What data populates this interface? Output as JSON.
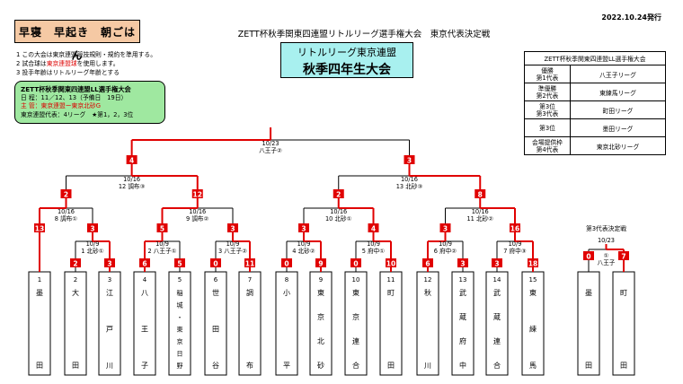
{
  "header": {
    "motto": "早寝　早起き　朝ごはん",
    "issued": "2022.10.24発行",
    "title": "ZETT杯秋季関東四連盟リトルリーグ選手権大会　東京代表決定戦",
    "subtitle_1": "リトルリーグ東京連盟",
    "subtitle_2": "秋季四年生大会"
  },
  "notes": {
    "n1": "1 この大会は東京連盟競技規則・規約を準用する。",
    "n2_pre": "2 試合球は",
    "n2_red": "東京連盟球",
    "n2_post": "を使用します。",
    "n3": "3 投手年齢はリトルリーグ年齢とする"
  },
  "info": {
    "title": "ZETT杯秋季関東四連盟LL選手権大会",
    "dates": "日 程：11／12、13（予備日　19日）",
    "host": "主 管：東京連盟ー東京北砂G",
    "reps": "東京連盟代表：4リーグ　★第1，2，3位"
  },
  "results": {
    "header": "ZETT杯秋季関東四連盟LL選手権大会",
    "rows": [
      {
        "k1": "優勝",
        "k2": "第1代表",
        "v": "八王子リーグ"
      },
      {
        "k1": "準優勝",
        "k2": "第2代表",
        "v": "東練馬リーグ"
      },
      {
        "k1": "第3位",
        "k2": "第3代表",
        "v": "町田リーグ"
      },
      {
        "k1": "第3位",
        "k2": "",
        "v": "墨田リーグ"
      },
      {
        "k1": "会場提供枠",
        "k2": "第4代表",
        "v": "東京北砂リーグ"
      }
    ]
  },
  "teams": [
    {
      "no": "1",
      "name": "墨田"
    },
    {
      "no": "2",
      "name": "大田"
    },
    {
      "no": "3",
      "name": "江戸川"
    },
    {
      "no": "4",
      "name": "八王子"
    },
    {
      "no": "5",
      "name": "稲城・東京日野"
    },
    {
      "no": "6",
      "name": "世田谷"
    },
    {
      "no": "7",
      "name": "調布"
    },
    {
      "no": "8",
      "name": "小平"
    },
    {
      "no": "9",
      "name": "東京北砂"
    },
    {
      "no": "10",
      "name": "東京連合"
    },
    {
      "no": "11",
      "name": "町田"
    },
    {
      "no": "12",
      "name": "秋川"
    },
    {
      "no": "13",
      "name": "武蔵府中"
    },
    {
      "no": "14",
      "name": "武蔵連合"
    },
    {
      "no": "15",
      "name": "東練馬"
    }
  ],
  "third_place": {
    "title": "第3代表決定戦",
    "date": "10/23",
    "match_no": "①",
    "venue": "八王子",
    "left": {
      "score": "0",
      "name": "墨田"
    },
    "right": {
      "score": "7",
      "name": "町田"
    }
  },
  "games": [
    {
      "id": "g1",
      "date": "10/9",
      "no": "1",
      "venue": "北砂①",
      "s1": "2",
      "s2": "3"
    },
    {
      "id": "g2",
      "date": "10/9",
      "no": "2",
      "venue": "八王子①",
      "s1": "6",
      "s2": "5"
    },
    {
      "id": "g3",
      "date": "10/9",
      "no": "3",
      "venue": "八王子②",
      "s1": "0",
      "s2": "11"
    },
    {
      "id": "g4",
      "date": "10/9",
      "no": "4",
      "venue": "北砂②",
      "s1": "0",
      "s2": "9"
    },
    {
      "id": "g5",
      "date": "10/9",
      "no": "5",
      "venue": "府中①",
      "s1": "0",
      "s2": "10"
    },
    {
      "id": "g6",
      "date": "10/9",
      "no": "6",
      "venue": "府中②",
      "s1": "6",
      "s2": "3"
    },
    {
      "id": "g7",
      "date": "10/9",
      "no": "7",
      "venue": "府中③",
      "s1": "3",
      "s2": "18"
    },
    {
      "id": "g8",
      "date": "10/16",
      "no": "8",
      "venue": "調布①",
      "s1": "13",
      "s2": "3"
    },
    {
      "id": "g9",
      "date": "10/16",
      "no": "9",
      "venue": "調布②",
      "s1": "5",
      "s2": "3"
    },
    {
      "id": "g10",
      "date": "10/16",
      "no": "10",
      "venue": "北砂①",
      "s1": "3",
      "s2": "4"
    },
    {
      "id": "g11",
      "date": "10/16",
      "no": "11",
      "venue": "北砂②",
      "s1": "3",
      "s2": "16"
    },
    {
      "id": "g12",
      "date": "10/16",
      "no": "12",
      "venue": "調布③",
      "s1": "2",
      "s2": "12"
    },
    {
      "id": "g13",
      "date": "10/16",
      "no": "13",
      "venue": "北砂③",
      "s1": "2",
      "s2": "8"
    },
    {
      "id": "g14",
      "date": "10/23",
      "no": "14",
      "venue": "八王子②",
      "s1": "4",
      "s2": "3"
    }
  ],
  "colors": {
    "win_line": "#e00000",
    "lose_line": "#000000",
    "score_box": "#e00000"
  }
}
